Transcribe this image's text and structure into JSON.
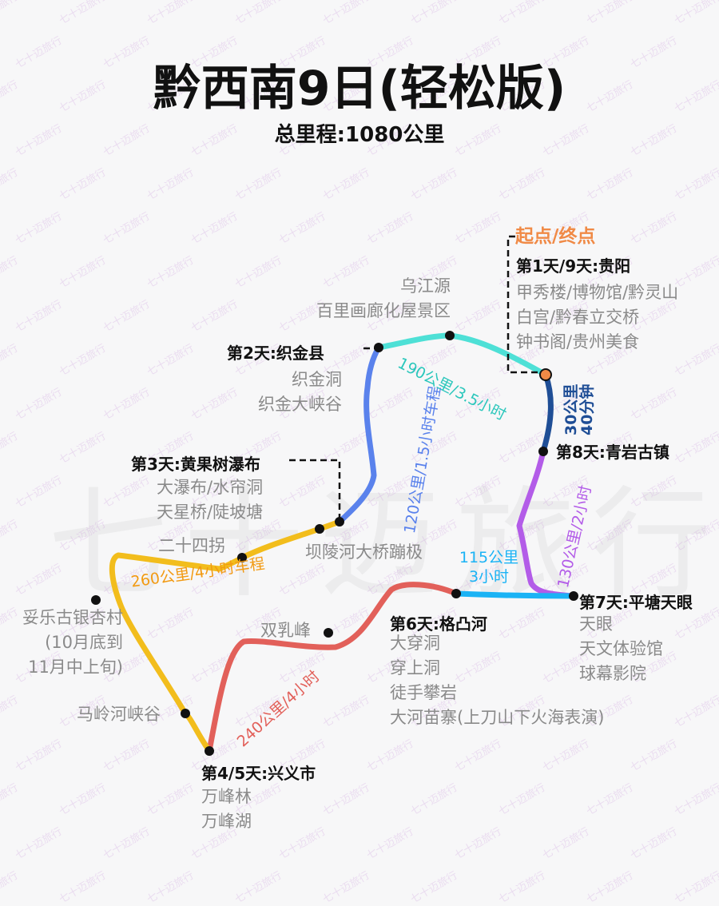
{
  "watermark": "七十迈旅行",
  "title": "黔西南9日(轻松版)",
  "subtitle": "总里程:1080公里",
  "colors": {
    "teal": "#4ee0d6",
    "navy": "#1f4e96",
    "purple": "#b35ce8",
    "cyan": "#1bb3f5",
    "red": "#e2605a",
    "yellow": "#f2bd1c",
    "blue": "#5a82ec",
    "start": "#f08a46"
  },
  "start_label": "起点/终点",
  "stops": {
    "guiyang": {
      "name": "第1天/9天:贵阳",
      "sights": [
        "甲秀楼/博物馆/黔灵山",
        "白宫/黔春立交桥",
        "钟书阁/贵州美食"
      ]
    },
    "zhijin": {
      "name": "第2天:织金县",
      "sights": [
        "织金洞",
        "织金大峡谷"
      ]
    },
    "huangguoshu": {
      "name": "第3天:黄果树瀑布",
      "sights": [
        "大瀑布/水帘洞",
        "天星桥/陡坡塘"
      ]
    },
    "xingyi": {
      "name": "第4/5天:兴义市",
      "sights": [
        "万峰林",
        "万峰湖"
      ]
    },
    "gedanghe": {
      "name": "第6天:格凸河",
      "sights": [
        "大穿洞",
        "穿上洞",
        "徒手攀岩",
        "大河苗寨(上刀山下火海表演)"
      ]
    },
    "pingtang": {
      "name": "第7天:平塘天眼",
      "sights": [
        "天眼",
        "天文体验馆",
        "球幕影院"
      ]
    },
    "qingyan": {
      "name": "第8天:青岩古镇"
    }
  },
  "waypoints": {
    "wujiang": [
      "乌江源",
      "百里画廊化屋景区"
    ],
    "ershisiguai": "二十四拐",
    "balinghe": "坝陵河大桥蹦极",
    "tuole": [
      "妥乐古银杏村",
      "(10月底到",
      "11月中上旬)"
    ],
    "malinghe": "马岭河峡谷",
    "shuangru": "双乳峰"
  },
  "segments": {
    "guiyang_zhijin": "190公里/3.5小时",
    "guiyang_qingyan": [
      "30公里",
      "40分钟"
    ],
    "zhijin_huangguoshu": "120公里/1.5小时车程",
    "huangguoshu_xingyi": "260公里/4小时车程",
    "xingyi_gedanghe": "240公里/4小时",
    "gedanghe_pingtang": [
      "115公里",
      "3小时"
    ],
    "pingtang_qingyan": "130公里/2小时"
  }
}
